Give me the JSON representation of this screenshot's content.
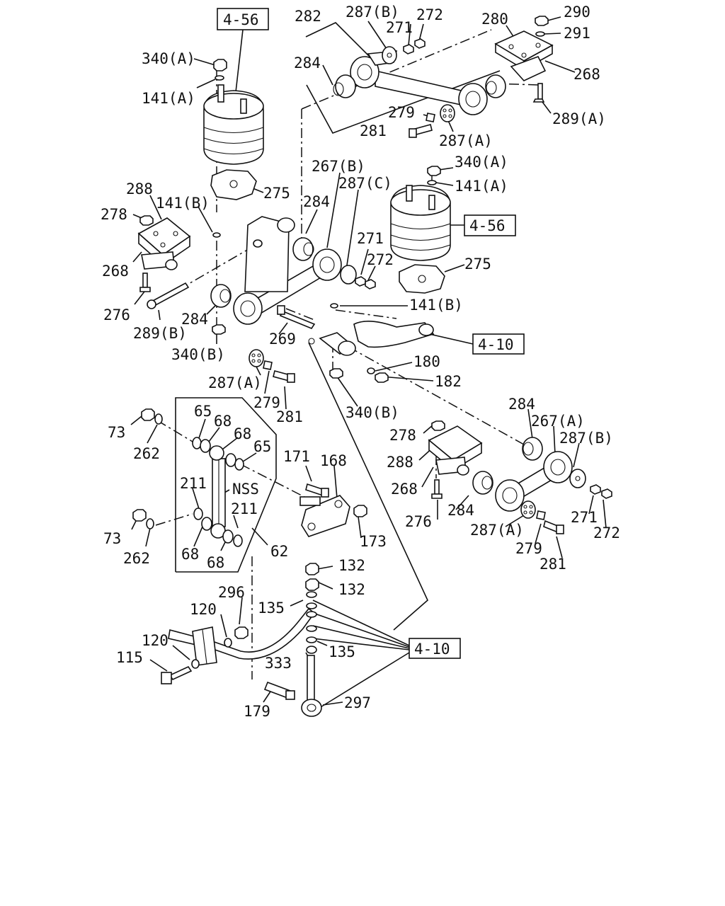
{
  "refs": {
    "r456a": "4-56",
    "r456b": "4-56",
    "r410a": "4-10",
    "r410b": "4-10"
  },
  "labels": [
    {
      "id": "p282",
      "text": "282"
    },
    {
      "id": "p287b_top",
      "text": "287(B)"
    },
    {
      "id": "p272_top",
      "text": "272"
    },
    {
      "id": "p271_top",
      "text": "271"
    },
    {
      "id": "p280",
      "text": "280"
    },
    {
      "id": "p290",
      "text": "290"
    },
    {
      "id": "p291",
      "text": "291"
    },
    {
      "id": "p268_tr",
      "text": "268"
    },
    {
      "id": "p340a_tl",
      "text": "340(A)"
    },
    {
      "id": "p141a_tl",
      "text": "141(A)"
    },
    {
      "id": "p284_top",
      "text": "284"
    },
    {
      "id": "p289a",
      "text": "289(A)"
    },
    {
      "id": "p279_top",
      "text": "279"
    },
    {
      "id": "p281_top",
      "text": "281"
    },
    {
      "id": "p287a_top",
      "text": "287(A)"
    },
    {
      "id": "p267b",
      "text": "267(B)"
    },
    {
      "id": "p340a_r",
      "text": "340(A)"
    },
    {
      "id": "p288_l",
      "text": "288"
    },
    {
      "id": "p275_l",
      "text": "275"
    },
    {
      "id": "p287c",
      "text": "287(C)"
    },
    {
      "id": "p141a_r",
      "text": "141(A)"
    },
    {
      "id": "p141b_l",
      "text": "141(B)"
    },
    {
      "id": "p278_l",
      "text": "278"
    },
    {
      "id": "p284_mid",
      "text": "284"
    },
    {
      "id": "p271_mid",
      "text": "271"
    },
    {
      "id": "p272_mid",
      "text": "272"
    },
    {
      "id": "p275_r",
      "text": "275"
    },
    {
      "id": "p268_l",
      "text": "268"
    },
    {
      "id": "p141b_r",
      "text": "141(B)"
    },
    {
      "id": "p276_l",
      "text": "276"
    },
    {
      "id": "p284_l",
      "text": "284"
    },
    {
      "id": "p289b",
      "text": "289(B)"
    },
    {
      "id": "p269",
      "text": "269"
    },
    {
      "id": "p340b_l",
      "text": "340(B)"
    },
    {
      "id": "p180",
      "text": "180"
    },
    {
      "id": "p287a_mid",
      "text": "287(A)"
    },
    {
      "id": "p182",
      "text": "182"
    },
    {
      "id": "p279_mid",
      "text": "279"
    },
    {
      "id": "p281_mid",
      "text": "281"
    },
    {
      "id": "p340b_c",
      "text": "340(B)"
    },
    {
      "id": "p284_r",
      "text": "284"
    },
    {
      "id": "p65_a",
      "text": "65"
    },
    {
      "id": "p73_a",
      "text": "73"
    },
    {
      "id": "p68_a",
      "text": "68"
    },
    {
      "id": "p267a",
      "text": "267(A)"
    },
    {
      "id": "p68_b",
      "text": "68"
    },
    {
      "id": "p278_r",
      "text": "278"
    },
    {
      "id": "p287b_r",
      "text": "287(B)"
    },
    {
      "id": "p65_b",
      "text": "65"
    },
    {
      "id": "p262_a",
      "text": "262"
    },
    {
      "id": "p288_r",
      "text": "288"
    },
    {
      "id": "p171",
      "text": "171"
    },
    {
      "id": "p168",
      "text": "168"
    },
    {
      "id": "p211_a",
      "text": "211"
    },
    {
      "id": "pnss",
      "text": "NSS"
    },
    {
      "id": "p268_r",
      "text": "268"
    },
    {
      "id": "p211_b",
      "text": "211"
    },
    {
      "id": "p284_r2",
      "text": "284"
    },
    {
      "id": "p276_r",
      "text": "276"
    },
    {
      "id": "p271_r",
      "text": "271"
    },
    {
      "id": "p272_r",
      "text": "272"
    },
    {
      "id": "p287a_r",
      "text": "287(A)"
    },
    {
      "id": "p73_b",
      "text": "73"
    },
    {
      "id": "p173",
      "text": "173"
    },
    {
      "id": "p62",
      "text": "62"
    },
    {
      "id": "p279_r",
      "text": "279"
    },
    {
      "id": "p262_b",
      "text": "262"
    },
    {
      "id": "p68_c",
      "text": "68"
    },
    {
      "id": "p68_d",
      "text": "68"
    },
    {
      "id": "p281_r",
      "text": "281"
    },
    {
      "id": "p132_a",
      "text": "132"
    },
    {
      "id": "p132_b",
      "text": "132"
    },
    {
      "id": "p296",
      "text": "296"
    },
    {
      "id": "p135_a",
      "text": "135"
    },
    {
      "id": "p120_a",
      "text": "120"
    },
    {
      "id": "p120_b",
      "text": "120"
    },
    {
      "id": "p115",
      "text": "115"
    },
    {
      "id": "p333",
      "text": "333"
    },
    {
      "id": "p135_b",
      "text": "135"
    },
    {
      "id": "p297",
      "text": "297"
    },
    {
      "id": "p179",
      "text": "179"
    }
  ]
}
